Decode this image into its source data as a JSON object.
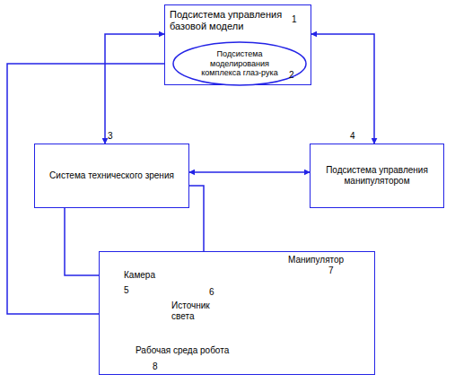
{
  "diagram": {
    "nodes": [
      {
        "text": [
          "Подсистема управления базовой модели"
        ]
      },
      {
        "text": [
          "Подсистема моделирования комплекса глаз-рука"
        ],
        "in": 0
      },
      {
        "text": [
          "Система технического зрения"
        ]
      },
      {
        "text": [
          "Подсистема управления манипулятором"
        ]
      },
      {
        "text": [
          "Рабочая среда робота"
        ]
      },
      {
        "text": [
          "Камера"
        ],
        "in": 4
      },
      {
        "text": [
          "Источник света"
        ],
        "in": 4
      },
      {
        "text": [
          "Манипулятор"
        ],
        "in": 4
      }
    ],
    "edges": [
      {
        "from": 0,
        "to": 2,
        "arrow": "both"
      },
      {
        "from": 0,
        "to": 3,
        "arrow": "both"
      },
      {
        "from": 2,
        "to": 3,
        "arrow": "both"
      },
      {
        "from": 2,
        "to": 5,
        "arrow": "to"
      },
      {
        "from": 2,
        "to": 6,
        "arrow": "to"
      },
      {
        "from": 4,
        "to": 1,
        "arrow": "to"
      }
    ],
    "labels": [
      "1",
      "2",
      "3",
      "4",
      "5",
      "6",
      "7",
      "8"
    ]
  }
}
